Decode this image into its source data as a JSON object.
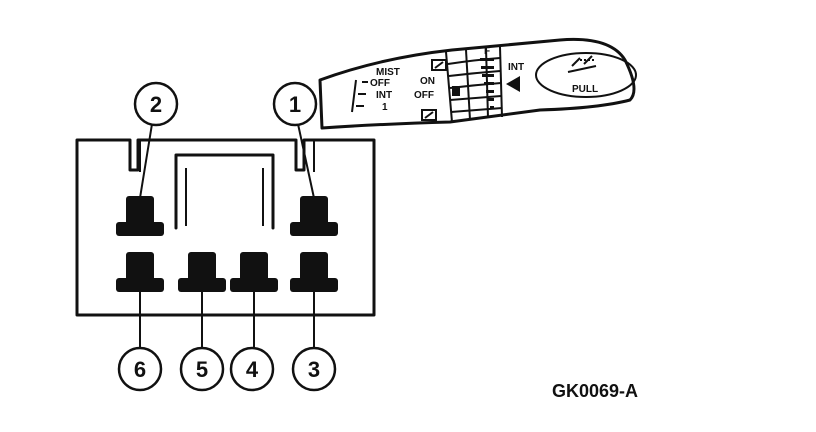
{
  "terminals": [
    {
      "label": "1"
    },
    {
      "label": "2"
    },
    {
      "label": "3"
    },
    {
      "label": "4"
    },
    {
      "label": "5"
    },
    {
      "label": "6"
    }
  ],
  "switch": {
    "positions_left": [
      "MIST",
      "OFF",
      "INT",
      "1"
    ],
    "positions_right": [
      "ON",
      "OFF"
    ],
    "int_label": "INT",
    "knob_label": "PULL"
  },
  "figure_id": "GK0069-A"
}
